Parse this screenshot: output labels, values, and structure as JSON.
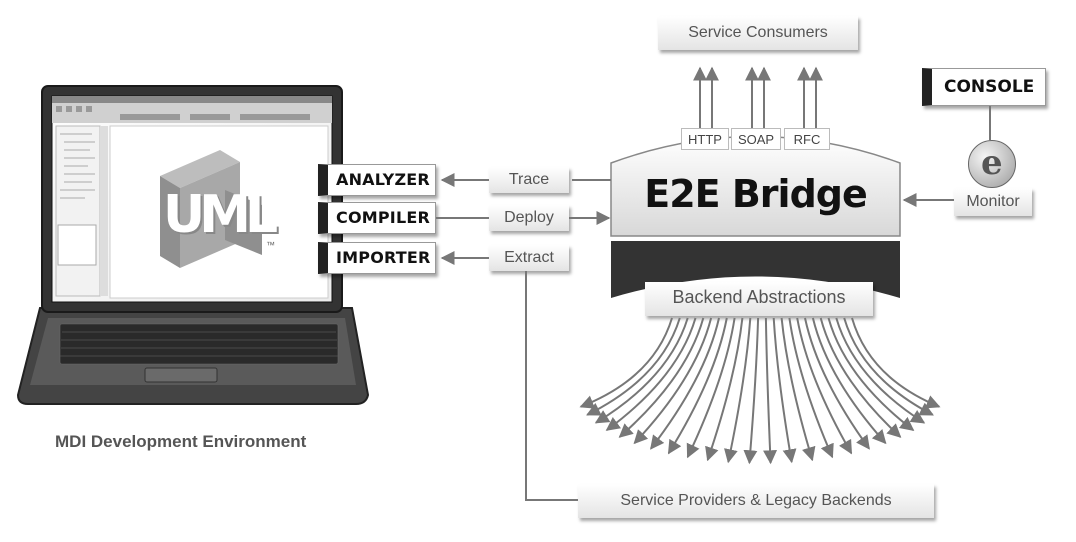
{
  "diagram": {
    "top": {
      "service_consumers": "Service Consumers"
    },
    "protocols": [
      "HTTP",
      "SOAP",
      "RFC"
    ],
    "console": "CONSOLE",
    "monitor": "Monitor",
    "bridge": "E2E Bridge",
    "backend": "Backend Abstractions",
    "tools": [
      "ANALYZER",
      "COMPILER",
      "IMPORTER"
    ],
    "actions": [
      "Trace",
      "Deploy",
      "Extract"
    ],
    "providers": "Service Providers & Legacy Backends",
    "environment_caption": "MDI Development Environment",
    "logo": {
      "letters": "UML",
      "trademark": "™"
    }
  },
  "colors": {
    "arrow": "#777777",
    "dark_band": "#333333",
    "laptop_body": "#3a3a3a"
  }
}
